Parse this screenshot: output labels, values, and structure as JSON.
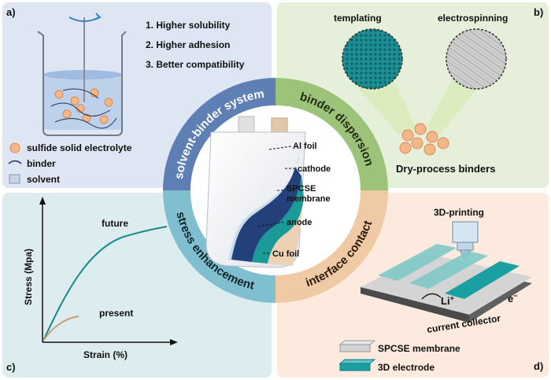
{
  "panels": {
    "a": {
      "label": "a)",
      "points": [
        "1. Higher solubility",
        "2. Higher adhesion",
        "3. Better compatibility"
      ],
      "legend": [
        "sulfide solid electrolyte",
        "binder",
        "solvent"
      ],
      "color": "#dde6f2"
    },
    "b": {
      "label": "b)",
      "methods": [
        "templating",
        "electrospinning"
      ],
      "caption": "Dry-process binders",
      "color": "#e5efd9"
    },
    "c": {
      "label": "c)",
      "xlabel": "Strain (%)",
      "ylabel": "Stress (Mpa)",
      "curves": [
        "future",
        "present"
      ],
      "color": "#dcecef"
    },
    "d": {
      "label": "d)",
      "method": "3D-printing",
      "li": "Li",
      "li_sup": "+",
      "e": "e",
      "e_sup": "−",
      "collector": "current collector",
      "legend": [
        "SPCSE membrane",
        "3D electrode"
      ],
      "color": "#fbeadd"
    }
  },
  "ring": {
    "segments": [
      "solvent-binder system",
      "binder dispersion",
      "stress enhancement",
      "interface contact"
    ],
    "colors": [
      "#5e7fb4",
      "#9dc37b",
      "#7fbfcf",
      "#f0c9a5"
    ]
  },
  "cell": {
    "labels": [
      "Al foil",
      "cathode",
      "SPCSE",
      "membrane",
      "anode",
      "Cu foil"
    ]
  }
}
